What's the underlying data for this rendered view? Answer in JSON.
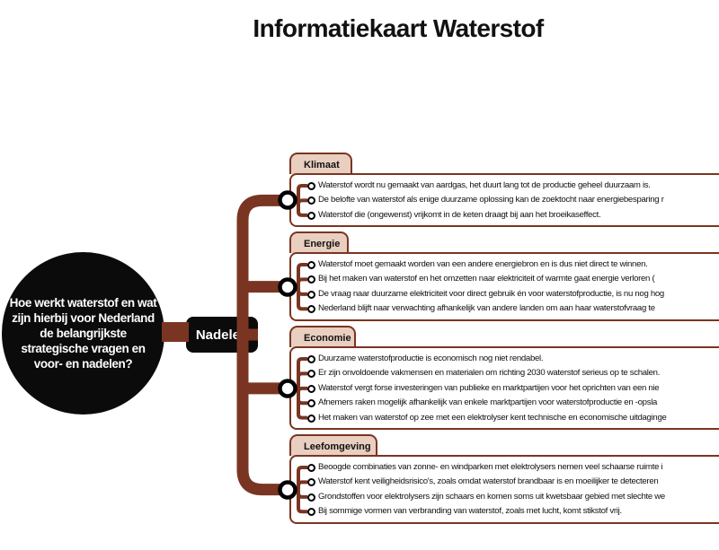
{
  "title": "Informatiekaart Waterstof",
  "question": "Hoe werkt waterstof en wat zijn hierbij voor Nederland de belangrijkste strategische vragen en voor- en nadelen?",
  "branch_label": "Nadelen",
  "colors": {
    "brown": "#7a3522",
    "tab_fill": "#e9cfc0",
    "dark": "#0b0b0b"
  },
  "sections": [
    {
      "label": "Klimaat",
      "items": [
        "Waterstof wordt nu gemaakt van aardgas, het duurt lang tot de productie geheel duurzaam is.",
        "De belofte van waterstof als enige duurzame oplossing kan de zoektocht naar energiebesparing r",
        "Waterstof die (ongewenst) vrijkomt in de keten draagt bij aan het broeikaseffect."
      ]
    },
    {
      "label": "Energie",
      "items": [
        "Waterstof moet gemaakt worden van een andere energiebron en is dus niet direct te winnen.",
        "Bij het maken van waterstof en het omzetten naar elektriciteit of warmte gaat energie verloren (",
        "De vraag naar duurzame elektriciteit voor direct gebruik én voor waterstofproductie, is nu nog hog",
        "Nederland blijft naar verwachting afhankelijk van andere landen om aan haar waterstofvraag te"
      ]
    },
    {
      "label": "Economie",
      "items": [
        "Duurzame waterstofproductie is economisch nog niet rendabel.",
        "Er zijn onvoldoende vakmensen en materialen om richting 2030 waterstof serieus op te schalen.",
        "Waterstof vergt forse investeringen van publieke en marktpartijen voor het oprichten van een nie",
        "Afnemers raken mogelijk afhankelijk van enkele marktpartijen voor waterstofproductie en -opsla",
        "Het maken van waterstof op zee met een elektrolyser kent technische en economische uitdaginge"
      ]
    },
    {
      "label": "Leefomgeving",
      "items": [
        "Beoogde combinaties van zonne- en windparken met elektrolysers nemen veel schaarse ruimte i",
        "Waterstof kent veiligheidsrisico's, zoals omdat waterstof brandbaar is en moeilijker te detecteren",
        "Grondstoffen voor elektrolysers zijn schaars en komen soms uit kwetsbaar gebied met slechte we",
        "Bij sommige vormen van verbranding van waterstof, zoals met lucht, komt stikstof vrij."
      ]
    }
  ]
}
